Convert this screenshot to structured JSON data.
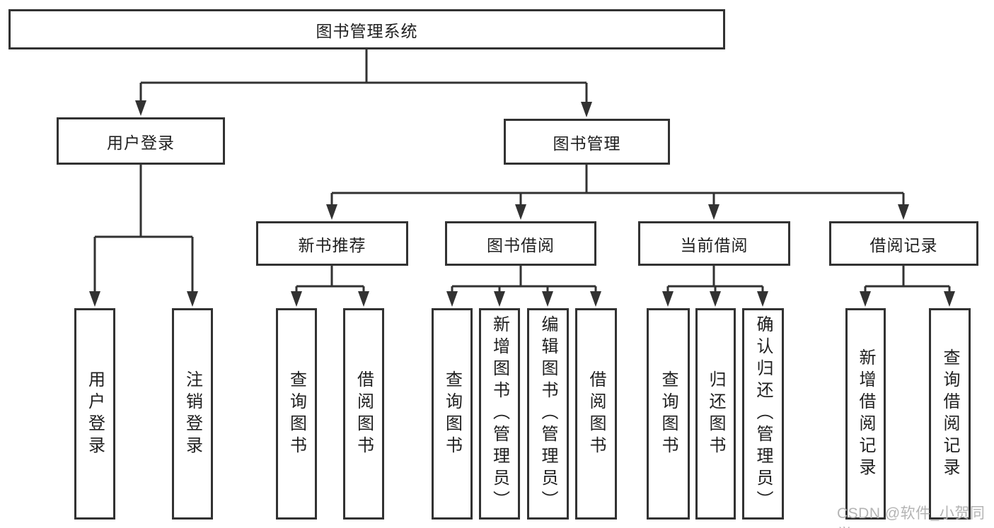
{
  "diagram": {
    "type": "hierarchy-tree",
    "line_color": "#323232",
    "text_color": "#1f1f1f",
    "watermark_color": "#b4b4b4"
  },
  "watermark": "CSDN @软件_小贺同学",
  "tree": {
    "root": "图书管理系统",
    "level1": [
      {
        "label": "用户登录",
        "children": [
          "用户登录",
          "注销登录"
        ]
      },
      {
        "label": "图书管理"
      }
    ],
    "level2": [
      {
        "label": "新书推荐",
        "children": [
          "查询图书",
          "借阅图书"
        ]
      },
      {
        "label": "图书借阅",
        "children": [
          "查询图书",
          "新增图书（管理员）",
          "编辑图书（管理员）",
          "借阅图书"
        ]
      },
      {
        "label": "当前借阅",
        "children": [
          "查询图书",
          "归还图书",
          "确认归还（管理员）"
        ]
      },
      {
        "label": "借阅记录",
        "children": [
          "新增借阅记录",
          "查询借阅记录"
        ]
      }
    ]
  }
}
